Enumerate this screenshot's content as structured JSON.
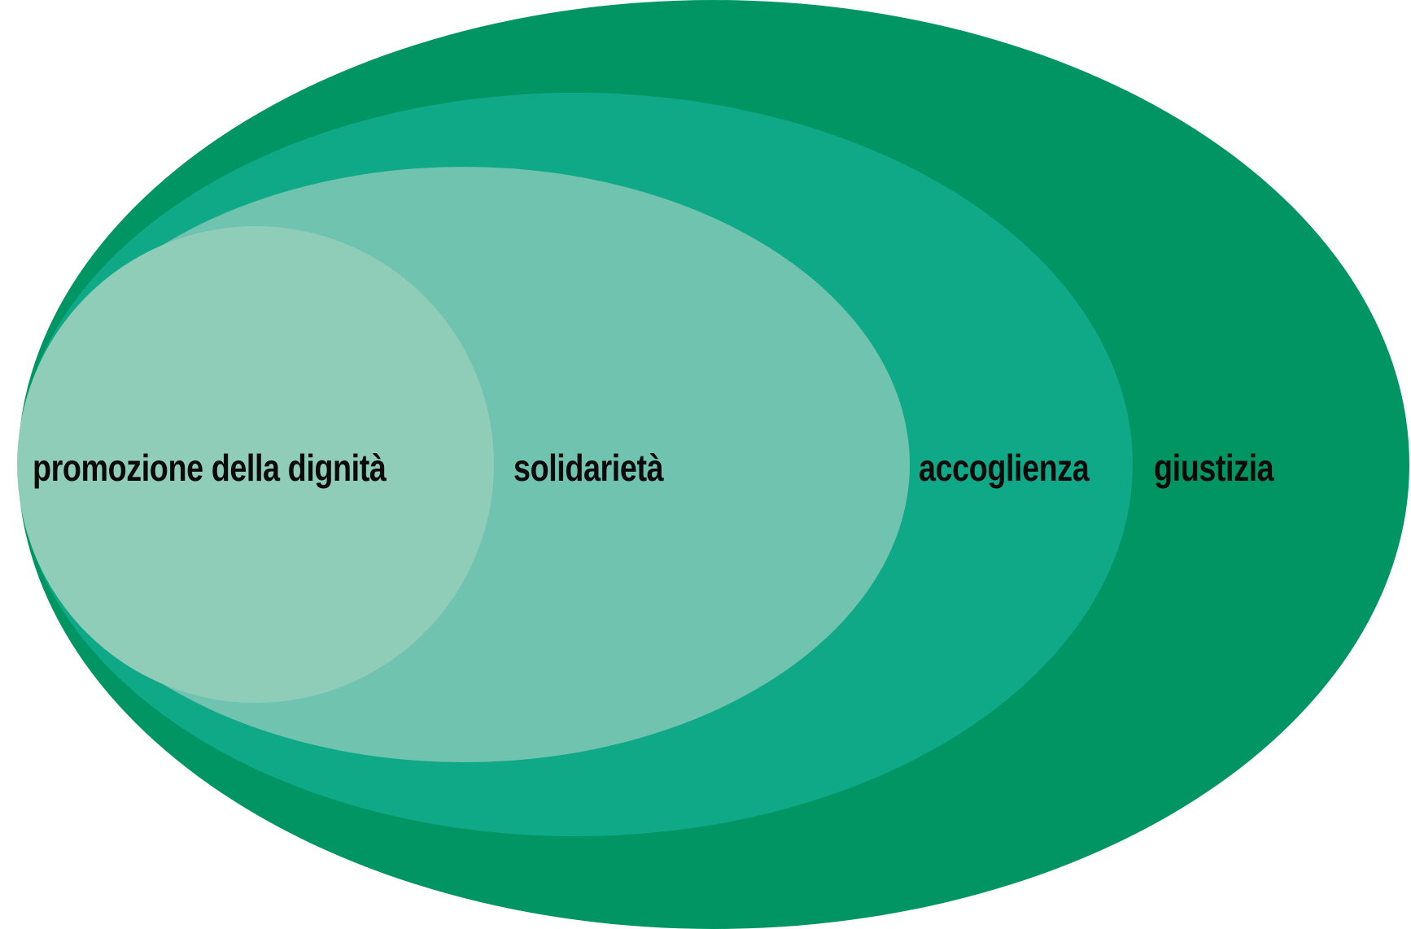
{
  "diagram": {
    "type": "nested-ellipses",
    "layers": [
      {
        "label": "giustizia",
        "color": "#009563",
        "level": 1
      },
      {
        "label": "accoglienza",
        "color": "#10a988",
        "level": 2
      },
      {
        "label": "solidarietà",
        "color": "#70c3ae",
        "level": 3
      },
      {
        "label": "promozione della dignità",
        "color": "#8fcdb9",
        "level": 4
      }
    ]
  }
}
